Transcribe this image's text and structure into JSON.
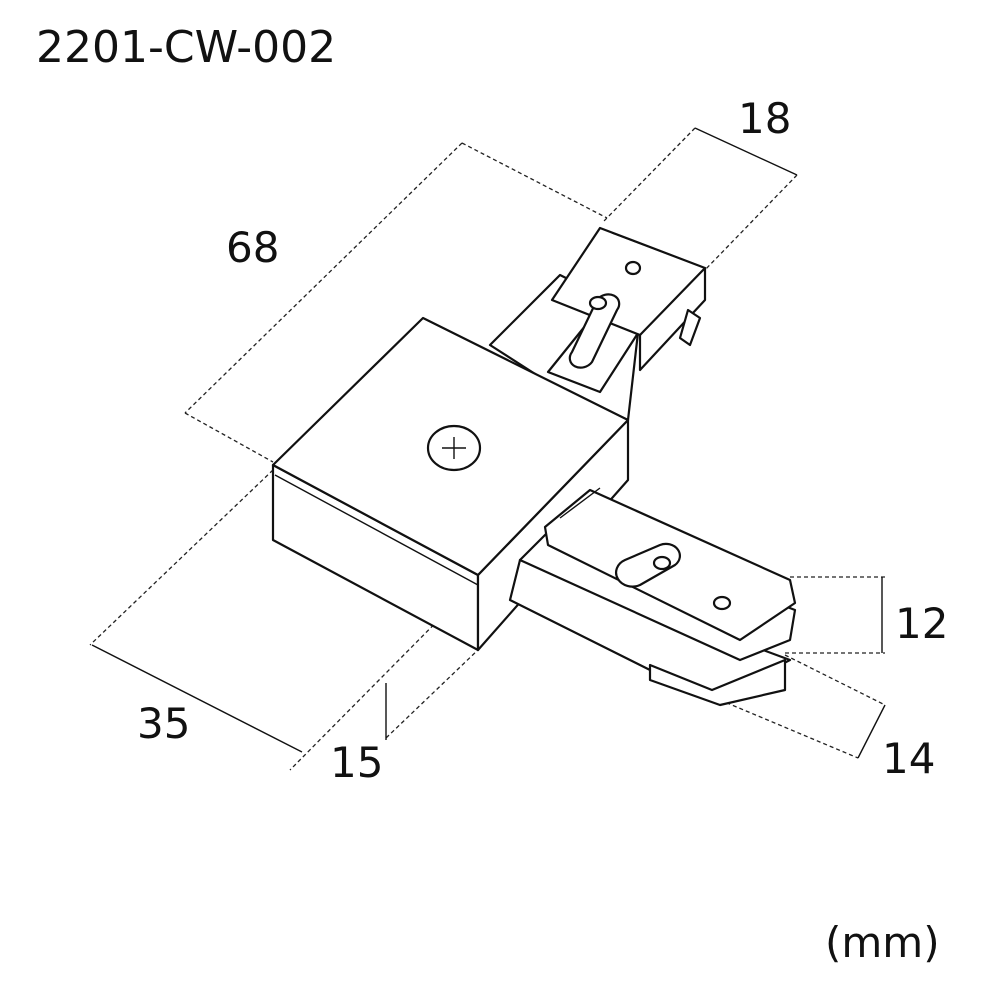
{
  "title": "2201-CW-002",
  "unit": "(mm)",
  "dimensions": {
    "width_arm": "18",
    "length": "68",
    "height": "12",
    "depth": "35",
    "block_height": "15",
    "arm_width": "14"
  }
}
